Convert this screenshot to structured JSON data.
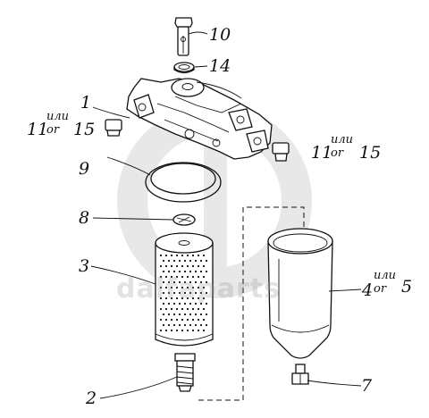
{
  "watermark": {
    "text": "dalfaparts"
  },
  "callouts": [
    {
      "id": "10",
      "num": "10"
    },
    {
      "id": "14",
      "num": "14"
    },
    {
      "id": "1",
      "num": "1"
    },
    {
      "id": "11-left",
      "num": "11",
      "word_ru": "или",
      "word_en": "or",
      "alt": "15"
    },
    {
      "id": "11-right",
      "num": "11",
      "word_ru": "или",
      "word_en": "or",
      "alt": "15"
    },
    {
      "id": "9",
      "num": "9"
    },
    {
      "id": "8",
      "num": "8"
    },
    {
      "id": "3",
      "num": "3"
    },
    {
      "id": "4",
      "num": "4",
      "word_ru": "или",
      "word_en": "or",
      "alt": "5"
    },
    {
      "id": "2",
      "num": "2"
    },
    {
      "id": "7",
      "num": "7"
    }
  ]
}
